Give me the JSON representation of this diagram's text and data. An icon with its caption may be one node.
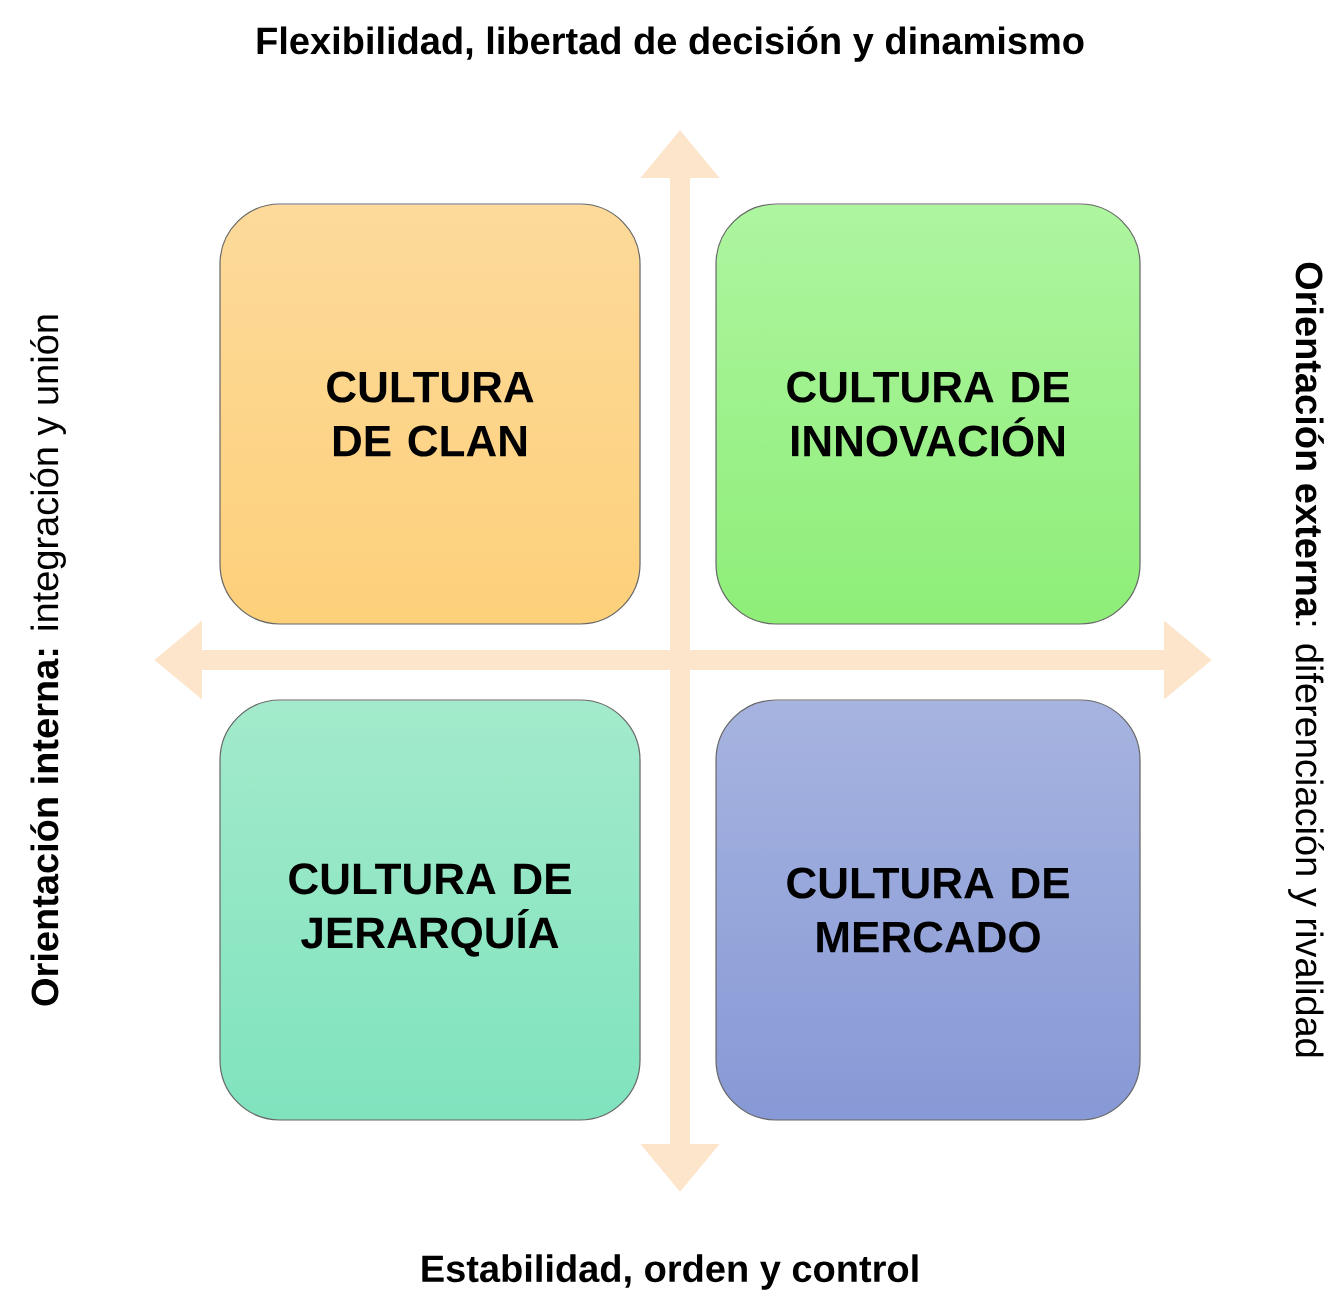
{
  "diagram": {
    "title": "Flexibilidad, libertad de decisión y dinamismo",
    "nodes": [
      {
        "text": [
          "CULTURA DE CLAN"
        ]
      },
      {
        "text": [
          "CULTURA DE INNOVACIÓN"
        ]
      },
      {
        "text": [
          "CULTURA DE JERARQUÍA"
        ]
      },
      {
        "text": [
          "CULTURA DE MERCADO"
        ]
      }
    ],
    "labels": [
      "Estabilidad, orden y control",
      "**Orientación interna:** integración y unión",
      "**Orientación externa**: diferenciación y rivalidad"
    ]
  }
}
